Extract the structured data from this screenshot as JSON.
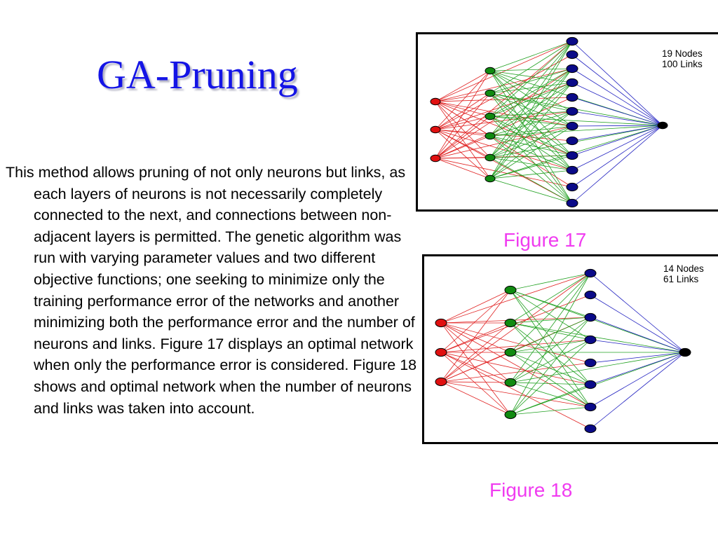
{
  "slide": {
    "title": "GA-Pruning",
    "body": "This method allows pruning of not only neurons but links, as each layers of neurons is not necessarily completely connected to the next, and connections between non-adjacent layers is permitted. The genetic algorithm was run with varying parameter values and two different objective functions; one seeking to minimize only the training performance error of the networks and another minimizing both the performance error and the number of neurons and links. Figure 17 displays an optimal network when only the performance error is considered. Figure 18 shows and optimal network when the number of neurons and links was taken into account."
  },
  "colors": {
    "title": "#1414e6",
    "caption": "#f03cf0",
    "input_node": "#e01010",
    "hidden1_node": "#108a10",
    "hidden2_node": "#0a0a88",
    "output_node": "#000000",
    "link_red": "#e02020",
    "link_green": "#20a020",
    "link_blue": "#2020c0"
  },
  "figures": [
    {
      "id": "fig17",
      "caption": "Figure 17",
      "nodes_label": "19 Nodes",
      "links_label": "100 Links",
      "layers": {
        "input": 3,
        "hidden1": 6,
        "hidden2": 12,
        "output": 1
      }
    },
    {
      "id": "fig18",
      "caption": "Figure 18",
      "nodes_label": "14 Nodes",
      "links_label": "61 Links",
      "layers": {
        "input": 3,
        "hidden1": 5,
        "hidden2": 8,
        "output": 1
      }
    }
  ]
}
